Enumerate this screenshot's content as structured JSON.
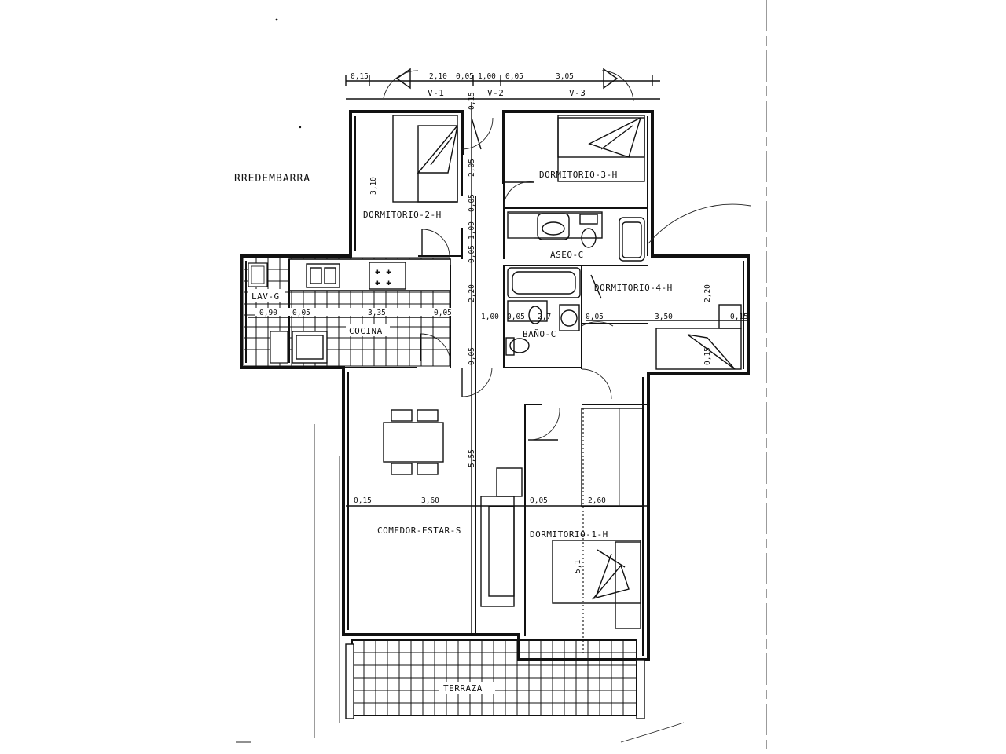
{
  "location_label": "RREDEMBARRA",
  "rooms": {
    "dormitorio_2": "DORMITORIO-2-H",
    "dormitorio_3": "DORMITORIO-3-H",
    "dormitorio_4": "DORMITORIO-4-H",
    "dormitorio_1": "DORMITORIO-1-H",
    "aseo": "ASEO-C",
    "bano": "BAÑO-C",
    "cocina": "COCINA",
    "lavadero": "LAV-G",
    "comedor": "COMEDOR-ESTAR-S",
    "terraza": "TERRAZA"
  },
  "windows": {
    "v1": "V-1",
    "v2": "V-2",
    "v3": "V-3"
  },
  "dimensions": {
    "top_015": "0,15",
    "top_210": "2,10",
    "top_005a": "0,05",
    "top_100": "1,00",
    "top_005b": "0,05",
    "top_305": "3,05",
    "v_015": "0,15",
    "v_205": "2,05",
    "v_005a": "0,05",
    "v_100": "1,00",
    "v_005b": "0,05",
    "v_220": "2,20",
    "v_005c": "0,05",
    "v_555": "5,55",
    "d2_310": "3,10",
    "lav_090": "0,90",
    "lav_005": "0,05",
    "cocina_335": "3,35",
    "cocina_005": "0,05",
    "bano_100": "1,00",
    "bano_005": "0,05",
    "bano_27": "2,7",
    "d4_005": "0,05",
    "d4_350": "3,50",
    "d4_015": "0,15",
    "d4_220": "2,20",
    "d4_015b": "0,15",
    "com_015": "0,15",
    "com_360": "3,60",
    "com_005": "0,05",
    "d1_260": "2,60",
    "d1_51": "5,1"
  }
}
